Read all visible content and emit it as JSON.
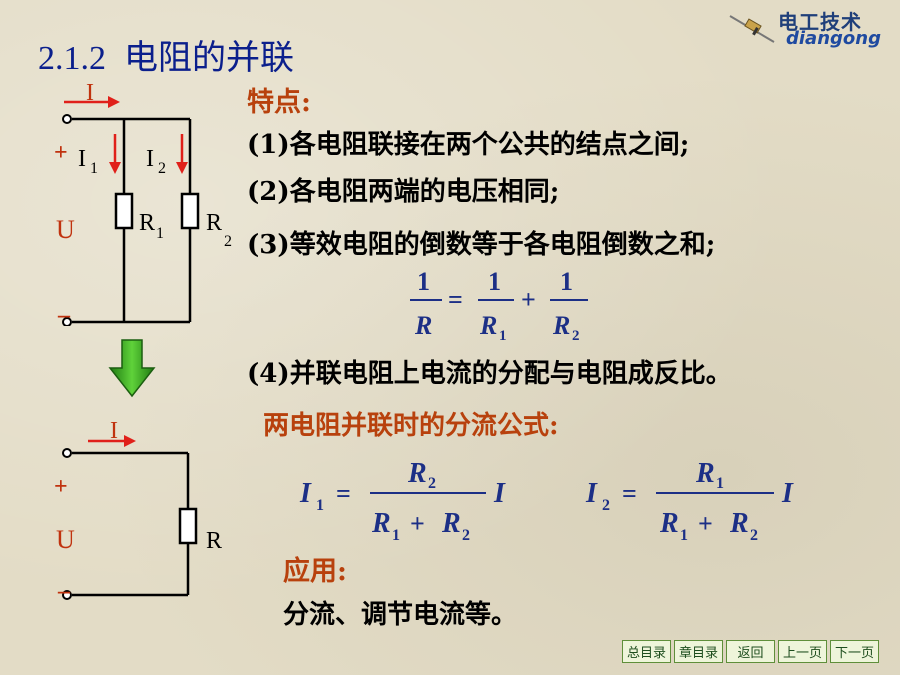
{
  "header": {
    "section_number": "2.1.2",
    "title": "电阻的并联",
    "logo_cn": "电工技术",
    "logo_en": "diangong"
  },
  "content": {
    "features_heading": "特点:",
    "items": [
      "(1)各电阻联接在两个公共的结点之间;",
      "(2)各电阻两端的电压相同;",
      "(3)等效电阻的倒数等于各电阻倒数之和;",
      "(4)并联电阻上电流的分配与电阻成反比。"
    ],
    "formula_equiv": {
      "lhs_num": "1",
      "lhs_den": "R",
      "t1_num": "1",
      "t1_den": "R",
      "t1_sub": "1",
      "t2_num": "1",
      "t2_den": "R",
      "t2_sub": "2",
      "eq": "=",
      "plus": "+"
    },
    "divider_heading": "两电阻并联时的分流公式:",
    "formula_i1": {
      "lhs": "I",
      "lhs_sub": "1",
      "eq": "=",
      "num": "R",
      "num_sub": "2",
      "den_a": "R",
      "den_a_sub": "1",
      "den_plus": "+",
      "den_b": "R",
      "den_b_sub": "2",
      "rhs": "I"
    },
    "formula_i2": {
      "lhs": "I",
      "lhs_sub": "2",
      "eq": "=",
      "num": "R",
      "num_sub": "1",
      "den_a": "R",
      "den_a_sub": "1",
      "den_plus": "+",
      "den_b": "R",
      "den_b_sub": "2",
      "rhs": "I"
    },
    "application_heading": "应用:",
    "application_text": "分流、调节电流等。"
  },
  "circuit_top": {
    "current": "I",
    "plus": "+",
    "voltage": "U",
    "minus": "_",
    "branch1_current": "I",
    "branch1_sub": "1",
    "branch2_current": "I",
    "branch2_sub": "2",
    "r1": "R",
    "r1_sub": "1",
    "r2": "R",
    "r2_sub": "2"
  },
  "circuit_bottom": {
    "current": "I",
    "plus": "+",
    "voltage": "U",
    "minus": "_",
    "resistor": "R"
  },
  "nav": {
    "toc": "总目录",
    "chapter_toc": "章目录",
    "back": "返回",
    "prev": "上一页",
    "next": "下一页"
  },
  "colors": {
    "title": "#0b1f8c",
    "heading": "#b8410d",
    "arrow_red": "#e0201a",
    "label_red": "#c0320e",
    "formula_blue": "#1c2f86",
    "down_arrow_green": "#35a81f"
  }
}
